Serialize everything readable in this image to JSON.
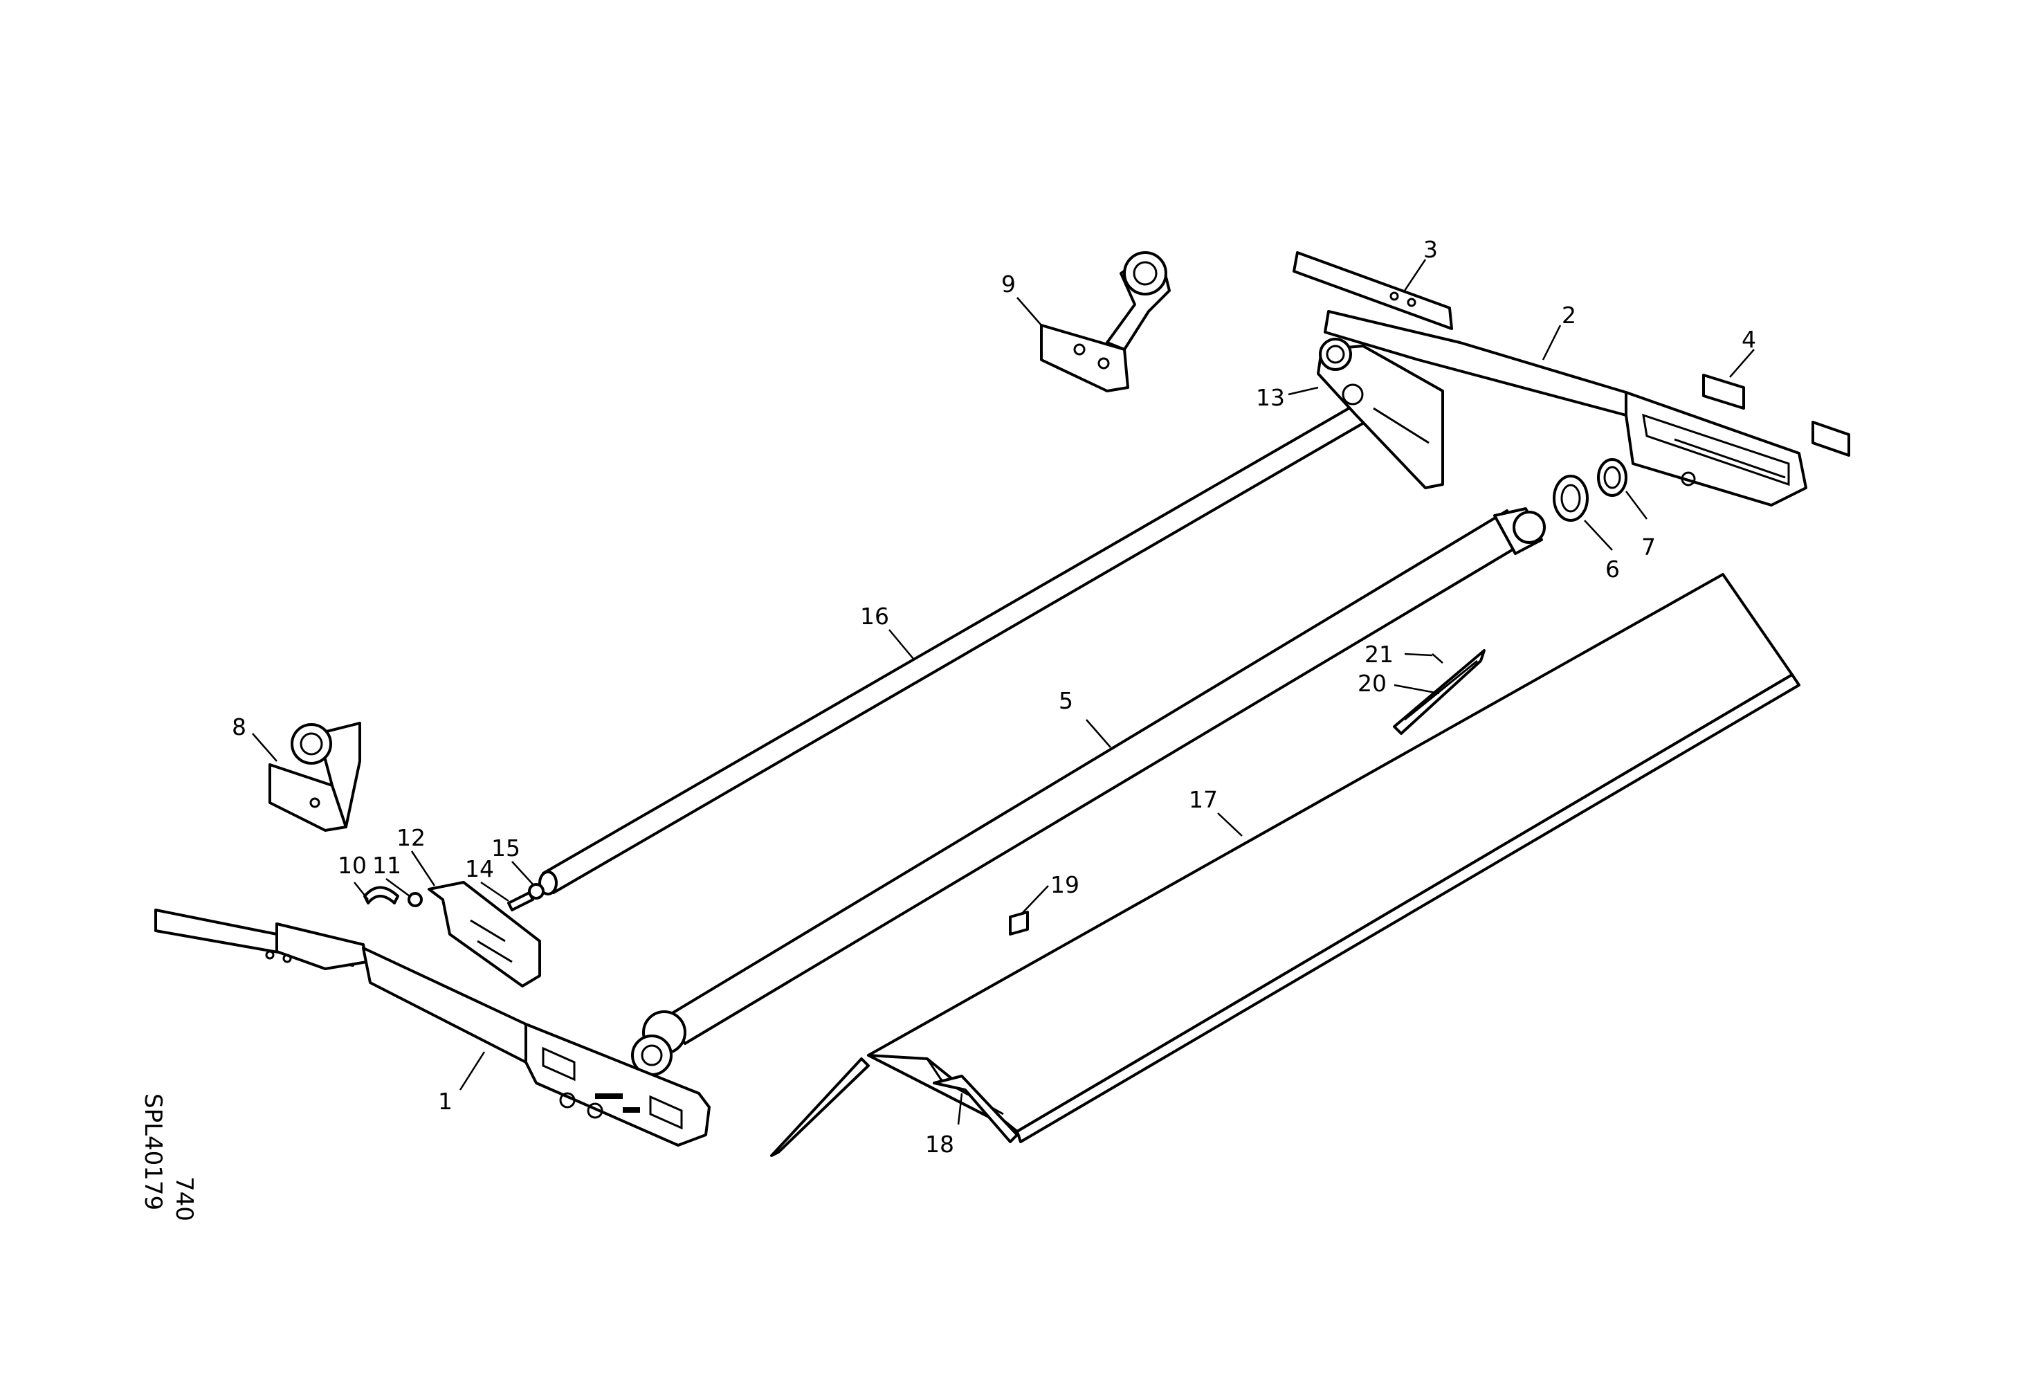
{
  "diagram": {
    "type": "exploded-parts-view",
    "callouts": [
      "1",
      "2",
      "3",
      "4",
      "5",
      "6",
      "7",
      "8",
      "9",
      "10",
      "11",
      "12",
      "13",
      "14",
      "15",
      "16",
      "17",
      "18",
      "19",
      "20",
      "21"
    ],
    "drawing_code": {
      "line1": "SPL40179",
      "line2": "740"
    }
  }
}
